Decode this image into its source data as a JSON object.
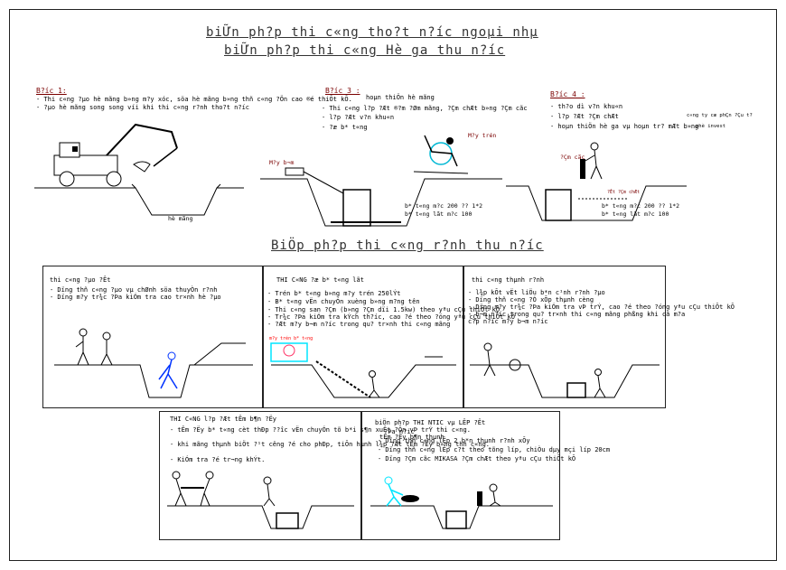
{
  "titles": {
    "main_line1": "biỮn ph?p thi c«ng tho?t n?íc ngoµi nhµ",
    "main_line2": "biỮn ph?p thi c«ng Hè ga thu n?íc",
    "section2": "BiÖp ph?p thi c«ng r?nh thu n?íc"
  },
  "top_steps": {
    "step1": {
      "heading": "B?íc 1:",
      "lines": [
        "- Thi c«ng ?µo hè mãng b»ng m?y xóc, söa hè mãng b»ng thñ c«ng ?Ön cao ®é thiÕt kÕ.",
        "- ?µo hè mãng song song víi khi thi c«ng r?nh tho?t n?íc"
      ],
      "pit_label": "hè mãng"
    },
    "step3": {
      "heading": "B?íc 3 :",
      "lines": [
        "- Thi c«ng l?p ?Æt ®?m ?Øm mãng, ?Çm chÆt b»ng ?Çm cãc",
        "- l?p ?Æt v?n khu«n",
        "- ?æ b* t«ng"
      ],
      "overlap_text": "hoµn thiÖn hè mãng",
      "pump_label": "M?y b¬m",
      "mixer_label": "M?y trén",
      "concrete1": "b* t«ng m?c 200 ?? 1*2",
      "concrete2": "b* t«ng lãt m?c 100"
    },
    "step4": {
      "heading": "B?íc 4 :",
      "lines": [
        "- th?o dì v?n khu«n",
        "- l?p ?Æt ?Çm chÆt",
        "- hoµn thiÖn hè ga vµ hoµn tr? mÆt b»ng"
      ],
      "company": "c«ng ty cæ phÇn ?Çu t?",
      "invest": "phè invest",
      "tamper_label": "?Çm cãc",
      "backfill_label": "?Êt ?Çm chÆt",
      "concrete1": "b* t«ng m?c 200 ?? 1*2",
      "concrete2": "b* t«ng lãt m?c 100"
    }
  },
  "panels": [
    {
      "title": "thi c«ng ?µo ?Êt",
      "lines": [
        "- Dïng thñ c«ng ?µo vµ chØnh söa thuyÒn r?nh",
        "- Dïng m?y tr¾c ?Þa kiÓm tra cao tr×nh hè ?µo"
      ]
    },
    {
      "title": "THI C«NG ?æ b* t«ng lãt",
      "lines": [
        "- Trén b* t«ng b»ng m?y trén 250lÝt",
        "- B* t«ng vËn chuyÓn xuèng b»ng m?ng tên",
        "- Thi c«ng san ?Çm (b»ng ?Çm dïi 1.5kw) theo yªu cÇu thiÕt kÕ",
        "- Tr¾c ?Þa kiÓm tra kÝch th?íc, cao ?é theo ?óng yªu cÇu thiÕt kÕ",
        "- ?Æt m?y b¬m n?íc trong qu? tr×nh thi c«ng mãng"
      ],
      "mixer_label": "m?y trén b* t«ng"
    },
    {
      "title": "thi c«ng thµnh r?nh",
      "lines": [
        "- l¾p kÕt vËt liÖu b*n c¹nh r?nh ?µo",
        "- Dïng thñ c«ng ?Ó xÕp thµnh cèng",
        "- Dïng m?y tr¾c ?Þa kiÓm tra vÞ trÝ, cao ?é theo ?óng yªu cÇu thiÕt kÕ",
        "- b¬m n?íc trong qu? tr×nh thi c«ng mãng phßng khi cã m?a"
      ],
      "overlap_a": "c?p n?íc m?y b¬m n?íc",
      "overlap_b": "phßng khi cã m?a"
    },
    {
      "title": "THI C«NG l?p ?Æt tÊm b¶n ?Ëy",
      "lines": [
        "- tÊm ?Ëy b* t«ng cèt thÐp ??îc vËn chuyÓn tõ b*i s¶n xuÊt ?Õn vÞ trÝ thi c«ng.",
        "- khi mãng thµnh biÖt ?¹t c­êng ?é cho phÐp, tiÕn hµnh l¾p ?Æt tÊm ?Ëy b»ng thñ c«ng.",
        "- KiÓm tra ?é tr¬ng khÝt."
      ],
      "overlap_text": "tÊm ?Ëy b¶n thµnh"
    },
    {
      "title": "biÖn ph?p THI NTIC vµ LÊP ?Êt",
      "lines": [
        "- Dïng thñ c«ng lÊp 2 b*n thµnh r?nh xÕy",
        "- Dïng thñ c«ng lÊp c?t theo tõng líp, chiÒu dµy mçi líp 20cm",
        "- Dïng ?Çm cãc MIKASA ?Çm chÆt theo yªu cÇu thiÕt kÕ"
      ],
      "overlap_text": "?Þa n?íc"
    }
  ],
  "colors": {
    "line": "#000000",
    "label": "#7a0000",
    "accent": "#0000ff",
    "accent2": "#00e5ff"
  }
}
